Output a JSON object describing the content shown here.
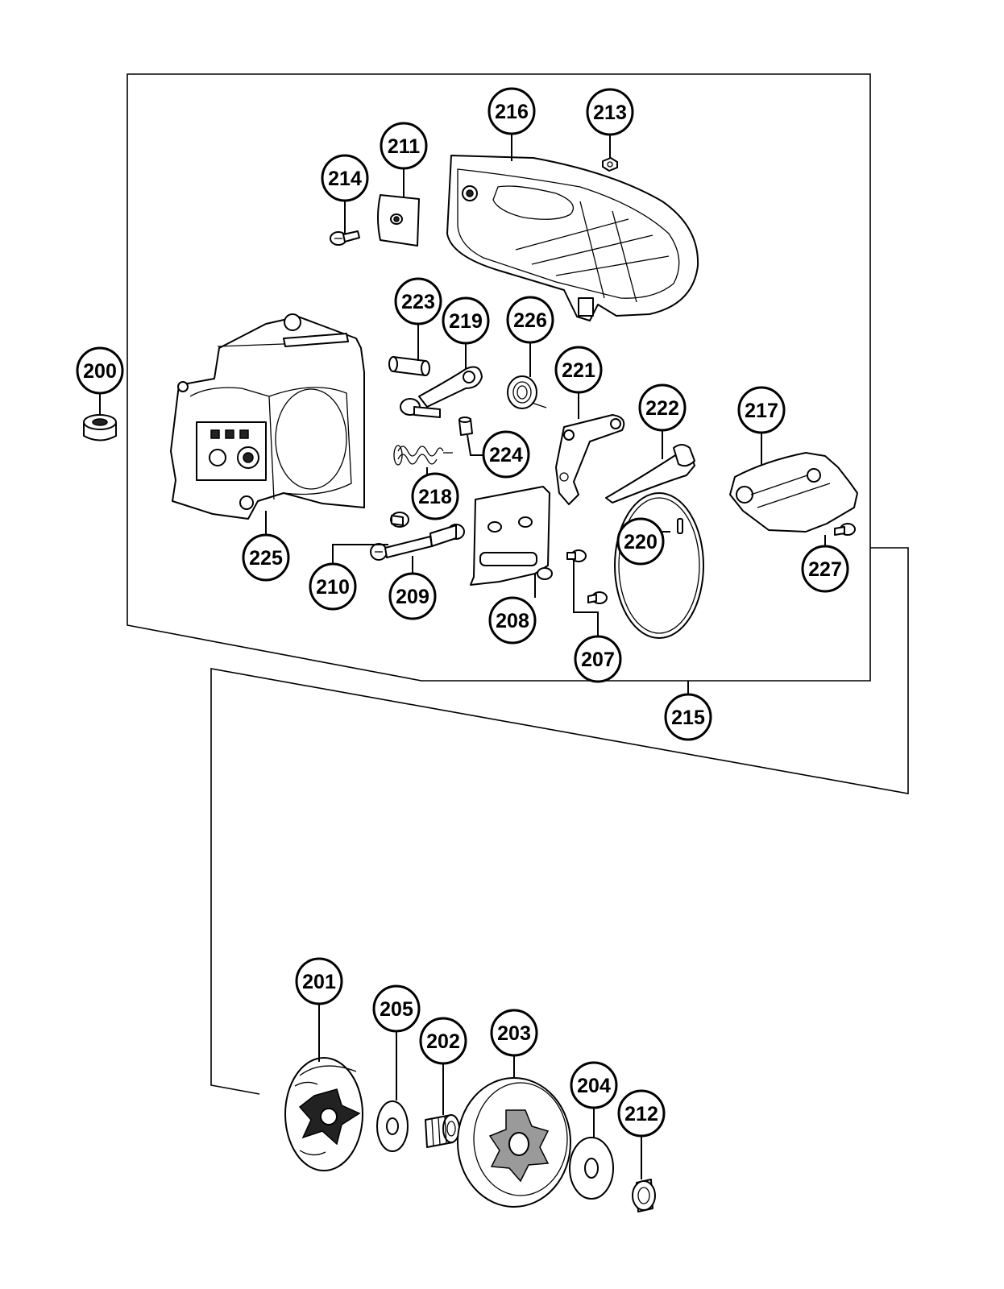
{
  "diagram": {
    "callouts": {
      "c200": "200",
      "c201": "201",
      "c202": "202",
      "c203": "203",
      "c204": "204",
      "c205": "205",
      "c207": "207",
      "c208": "208",
      "c209": "209",
      "c210": "210",
      "c211": "211",
      "c212": "212",
      "c213": "213",
      "c214": "214",
      "c215": "215",
      "c216": "216",
      "c217": "217",
      "c218": "218",
      "c219": "219",
      "c220": "220",
      "c221": "221",
      "c222": "222",
      "c223": "223",
      "c224": "224",
      "c225": "225",
      "c226": "226",
      "c227": "227"
    }
  }
}
